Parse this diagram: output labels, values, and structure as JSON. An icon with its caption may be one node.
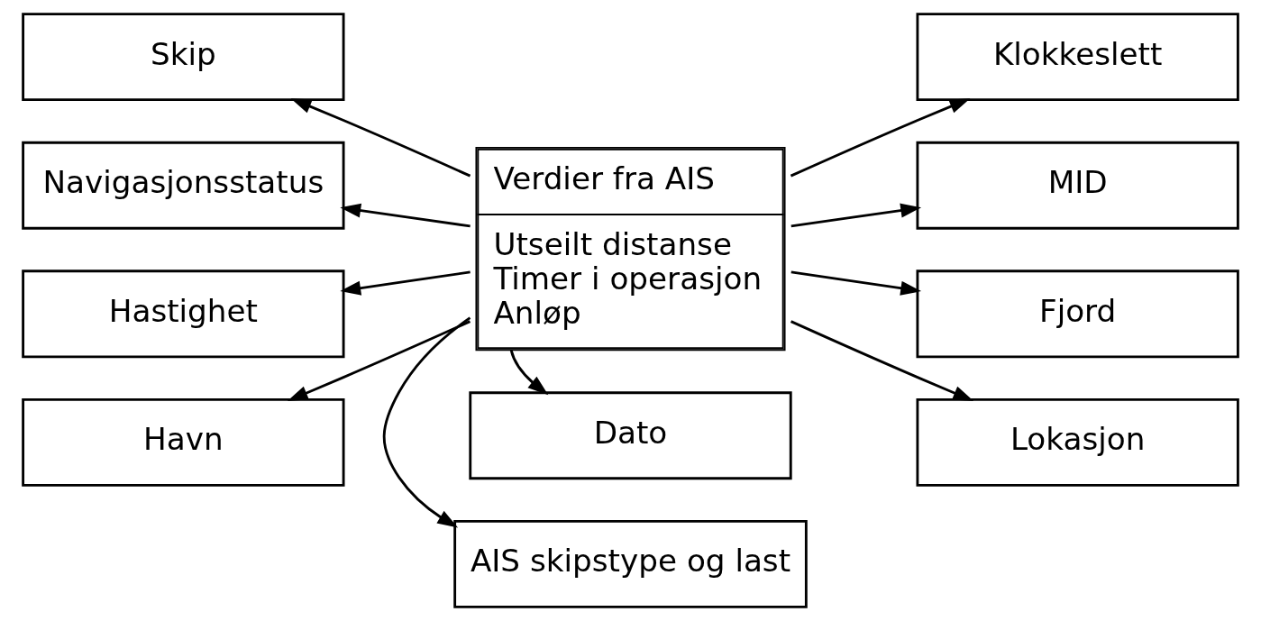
{
  "diagram": {
    "nodes": [
      {
        "text": [
          "Verdier fra AIS",
          "Utseilt distanse",
          "Timer i operasjon",
          "Anløp"
        ]
      },
      {
        "text": [
          "Dato"
        ]
      },
      {
        "text": [
          "Skip"
        ]
      },
      {
        "text": [
          "Klokkeslett"
        ]
      },
      {
        "text": [
          "Navigasjonsstatus"
        ]
      },
      {
        "text": [
          "MID"
        ]
      },
      {
        "text": [
          "Hastighet"
        ]
      },
      {
        "text": [
          "Fjord"
        ]
      },
      {
        "text": [
          "Havn"
        ]
      },
      {
        "text": [
          "Lokasjon"
        ]
      },
      {
        "text": [
          "AIS skipstype og last"
        ]
      }
    ],
    "edges": [
      {
        "from": 0,
        "to": 1,
        "arrow": "to"
      },
      {
        "from": 0,
        "to": 2,
        "arrow": "to"
      },
      {
        "from": 0,
        "to": 3,
        "arrow": "to"
      },
      {
        "from": 0,
        "to": 4,
        "arrow": "to"
      },
      {
        "from": 0,
        "to": 5,
        "arrow": "to"
      },
      {
        "from": 0,
        "to": 6,
        "arrow": "to"
      },
      {
        "from": 0,
        "to": 7,
        "arrow": "to"
      },
      {
        "from": 0,
        "to": 8,
        "arrow": "to"
      },
      {
        "from": 0,
        "to": 9,
        "arrow": "to"
      },
      {
        "from": 0,
        "to": 10,
        "arrow": "to"
      }
    ]
  }
}
